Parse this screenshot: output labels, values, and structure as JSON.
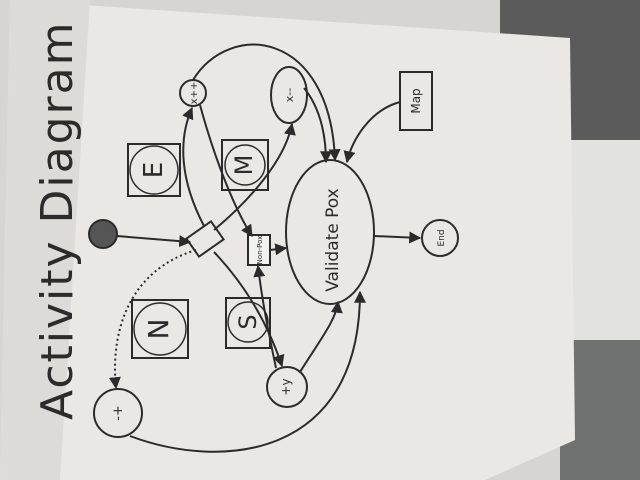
{
  "title": "Activity Diagram",
  "nodes": {
    "start": "",
    "fork": "",
    "end": "End",
    "validate": "Validate Pox",
    "non_pox": "Non-Pox",
    "map": "Map",
    "x_plus": "x++",
    "x_minus": "x--",
    "y_plus": "+y",
    "y_minus": "-+",
    "letter_m": "M",
    "letter_e": "E",
    "letter_n": "N",
    "letter_s": "S"
  },
  "colors": {
    "paper": "#e9e8e4",
    "ink": "#2b2b2b",
    "background_top": "#4a4a4a",
    "background_carpet": "#6e6f6e"
  }
}
